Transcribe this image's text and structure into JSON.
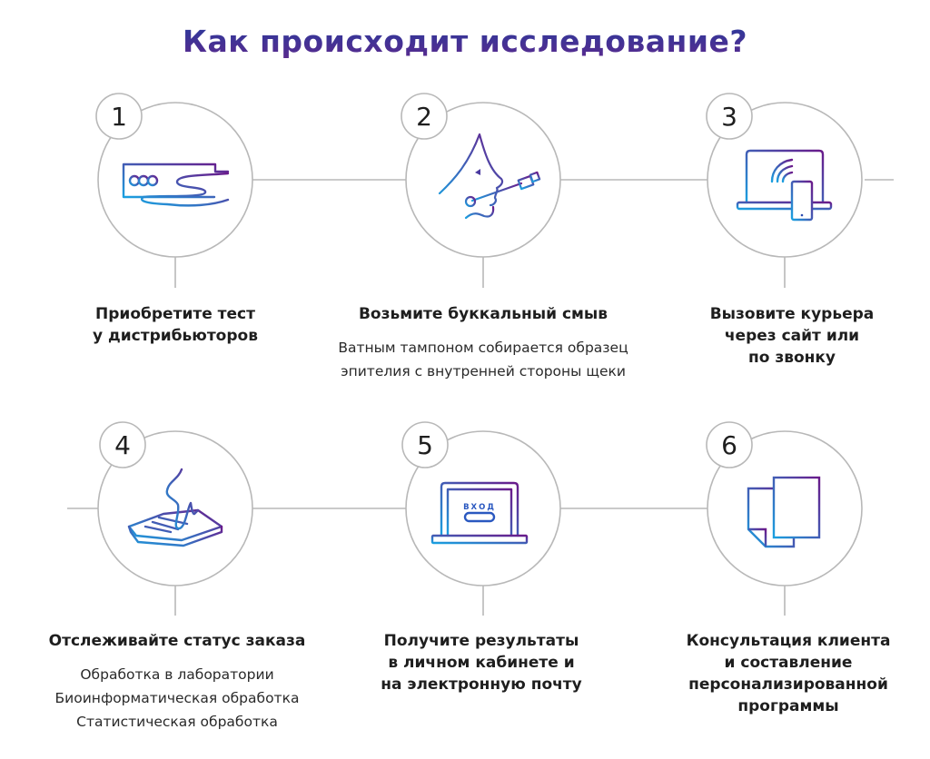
{
  "title": "Как происходит исследование?",
  "colors": {
    "gradient_start": "#1aa0e0",
    "gradient_end": "#6a1a8a",
    "circle_stroke": "#b8b8b8",
    "text": "#1e1e1e"
  },
  "steps": [
    {
      "number": "1",
      "icon": "hand-card-icon",
      "title_lines": [
        "Приобретите тест",
        "у дистрибьюторов"
      ],
      "description_lines": []
    },
    {
      "number": "2",
      "icon": "buccal-swab-icon",
      "title_lines": [
        "Возьмите буккальный смыв"
      ],
      "description_lines": [
        "Ватным тампоном собирается образец",
        "эпителия с внутренней стороны щеки"
      ]
    },
    {
      "number": "3",
      "icon": "laptop-phone-call-icon",
      "title_lines": [
        "Вызовите курьера",
        "через сайт или",
        "по звонку"
      ],
      "description_lines": []
    },
    {
      "number": "4",
      "icon": "hand-tablet-icon",
      "title_lines": [
        "Отслеживайте статус заказа"
      ],
      "description_lines": [
        "Обработка в лаборатории",
        "Биоинформатическая обработка",
        "Статистическая обработка"
      ]
    },
    {
      "number": "5",
      "icon": "laptop-login-icon",
      "icon_text": "ВХОД",
      "title_lines": [
        "Получите результаты",
        "в личном кабинете и",
        "на электронную почту"
      ],
      "description_lines": []
    },
    {
      "number": "6",
      "icon": "documents-icon",
      "title_lines": [
        "Консультация клиента",
        "и составление",
        "персонализированной",
        "программы"
      ],
      "description_lines": []
    }
  ]
}
